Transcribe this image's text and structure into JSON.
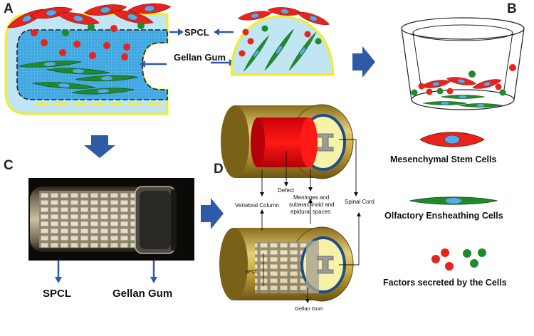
{
  "panels": {
    "a": "A",
    "b": "B",
    "c": "C",
    "d": "D"
  },
  "panel_a": {
    "spcl": "SPCL",
    "gellan_gum": "Gellan Gum"
  },
  "panel_c": {
    "spcl": "SPCL",
    "gellan_gum": "Gellan Gum"
  },
  "panel_d": {
    "vertebral_column": "Vertebral Column",
    "defect": "Defect",
    "meninges": "Meninges and",
    "subarachnoid": "subarachnoid and",
    "epidural": "epidural spaces",
    "spinal_cord": "Spinal Cord",
    "spcl": "SPCL",
    "gellan_gum": "Gellan Gum"
  },
  "legend": {
    "msc": "Mesenchymal Stem Cells",
    "oec": "Olfactory Ensheathing Cells",
    "factors": "Factors secreted by the Cells"
  },
  "colors": {
    "red_cell": "#e8231c",
    "green_cell": "#1f8a2b",
    "nucleus": "#5aa9e6",
    "arrow_blue": "#2e5aa8",
    "gel_blue": "#bfe6f2",
    "yellow": "#f4ec2a",
    "gold": "#c9b04a"
  }
}
